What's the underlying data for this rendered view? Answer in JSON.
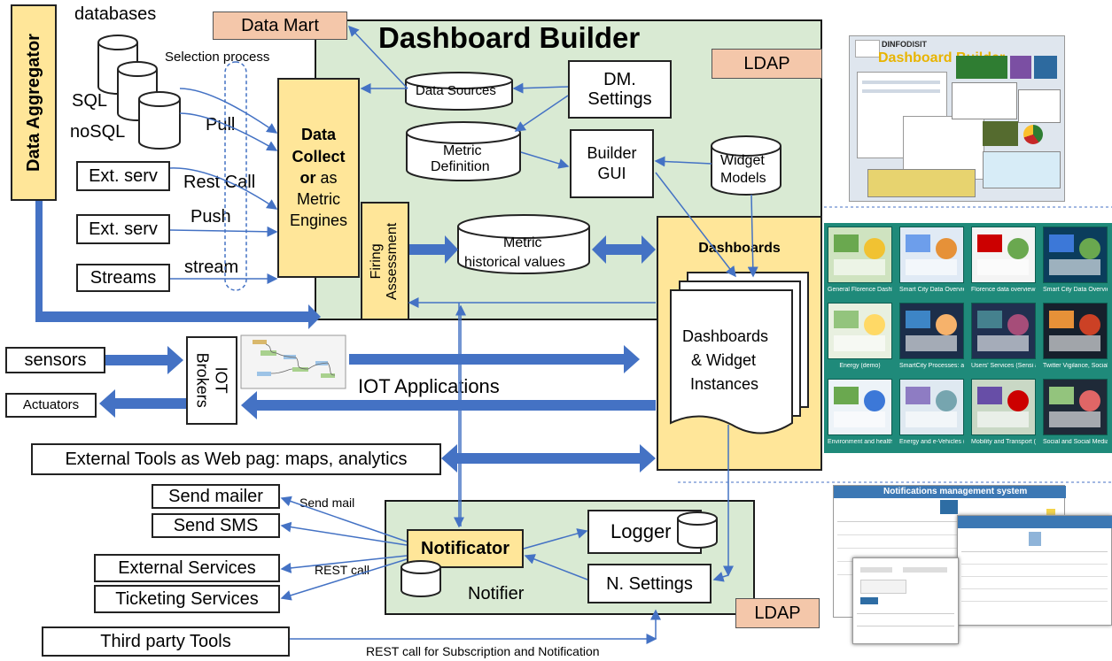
{
  "title": "Dashboard Builder",
  "data_aggregator": "Data Aggregator",
  "data_mart": "Data Mart",
  "ldap": "LDAP",
  "databases": "databases",
  "selection_process": "Selection process",
  "sql": "SQL",
  "nosql": "noSQL",
  "pull": "Pull",
  "rest_call": "Rest Call",
  "push": "Push",
  "stream": "stream",
  "ext_serv": "Ext. serv",
  "streams": "Streams",
  "data_collector_1": "Data",
  "data_collector_2": "Collect",
  "data_collector_3": "or",
  "data_collector_4": "as",
  "data_collector_5": "Metric",
  "data_collector_6": "Engines",
  "data_sources": "Data Sources",
  "dm_settings_1": "DM.",
  "dm_settings_2": "Settings",
  "metric_definition_1": "Metric",
  "metric_definition_2": "Definition",
  "builder_gui_1": "Builder",
  "builder_gui_2": "GUI",
  "widget_models_1": "Widget",
  "widget_models_2": "Models",
  "firing_assessment_1": "Firing",
  "firing_assessment_2": "Assessment",
  "metric_historical_1": "Metric",
  "metric_historical_2": "historical values",
  "dashboards": "Dashboards",
  "dashboards_instances_1": "Dashboards",
  "dashboards_instances_2": "& Widget",
  "dashboards_instances_3": "Instances",
  "sensors": "sensors",
  "actuators": "Actuators",
  "iot_1": "IOT",
  "iot_2": "Brokers",
  "iot_applications": "IOT Applications",
  "external_tools": "External Tools as Web pag: maps, analytics",
  "send_mailer": "Send mailer",
  "send_sms": "Send SMS",
  "send_mail": "Send mail",
  "external_services": "External Services",
  "ticketing_services": "Ticketing Services",
  "rest_call_small": "REST call",
  "notificator": "Notificator",
  "logger": "Logger",
  "n_settings": "N. Settings",
  "notifier": "Notifier",
  "third_party": "Third party Tools",
  "rest_subscription": "REST call for Subscription and Notification",
  "screenshot_top_title": "Dashboard Builder",
  "screenshot_top_logo_1": "DINFO",
  "screenshot_top_logo_2": "DISIT",
  "notifications_title": "Notifications management system",
  "gallery_captions": [
    "General Florence Dashboard",
    "Smart City Data Overview (demo)",
    "Florence data overview (demo)",
    "Smart City Data Overview",
    "Energy (demo)",
    "SmartCity Processes: a part (DISIT data center)",
    "Users' Services (Sensi agli Utenti)",
    "Twitter Vigilance, Social monitoring (use on Chrome)",
    "Environment and health (ambiente e salute) (use on Chrome), draft",
    "Energy and e-Vehicles (Energia e colonnine ricarica) (use on Chrome)",
    "Mobility and Transport (use on Chrome), draft",
    "Social and Social Media (use on Chrome), draft"
  ],
  "colors": {
    "green": "#d9ead3",
    "yellow": "#ffe699",
    "salmon": "#f4c7aa",
    "arrow": "#4472c4",
    "gallery": "#1f8a7a"
  }
}
